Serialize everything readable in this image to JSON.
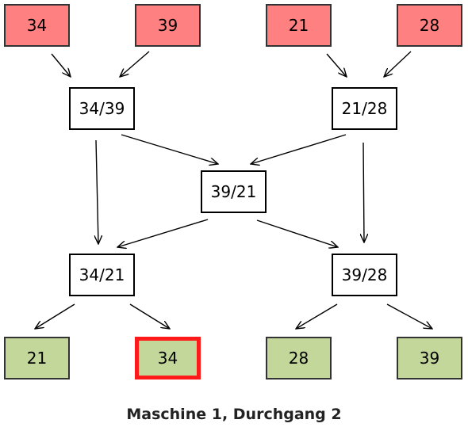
{
  "inputs": [
    {
      "id": "in1",
      "label": "34"
    },
    {
      "id": "in2",
      "label": "39"
    },
    {
      "id": "in3",
      "label": "21"
    },
    {
      "id": "in4",
      "label": "28"
    }
  ],
  "comparators": [
    {
      "id": "c1",
      "label": "34/39"
    },
    {
      "id": "c2",
      "label": "21/28"
    },
    {
      "id": "c3",
      "label": "39/21"
    },
    {
      "id": "c4",
      "label": "34/21"
    },
    {
      "id": "c5",
      "label": "39/28"
    }
  ],
  "outputs": [
    {
      "id": "out1",
      "label": "21",
      "highlighted": false
    },
    {
      "id": "out2",
      "label": "34",
      "highlighted": true
    },
    {
      "id": "out3",
      "label": "28",
      "highlighted": true
    },
    {
      "id": "out4",
      "label": "39",
      "highlighted": false
    }
  ],
  "edges": [
    [
      "in1",
      "c1"
    ],
    [
      "in2",
      "c1"
    ],
    [
      "in3",
      "c2"
    ],
    [
      "in4",
      "c2"
    ],
    [
      "c1",
      "c3"
    ],
    [
      "c2",
      "c3"
    ],
    [
      "c1",
      "c4"
    ],
    [
      "c2",
      "c5"
    ],
    [
      "c3",
      "c4"
    ],
    [
      "c3",
      "c5"
    ],
    [
      "c4",
      "out1"
    ],
    [
      "c4",
      "out2"
    ],
    [
      "c5",
      "out3"
    ],
    [
      "c5",
      "out4"
    ]
  ],
  "colors": {
    "input_fill": "#ff8080",
    "output_fill": "#c4d79b",
    "highlight_border": "#ff1a1a",
    "comparator_fill": "#ffffff"
  },
  "caption": "Maschine 1, Durchgang 2"
}
